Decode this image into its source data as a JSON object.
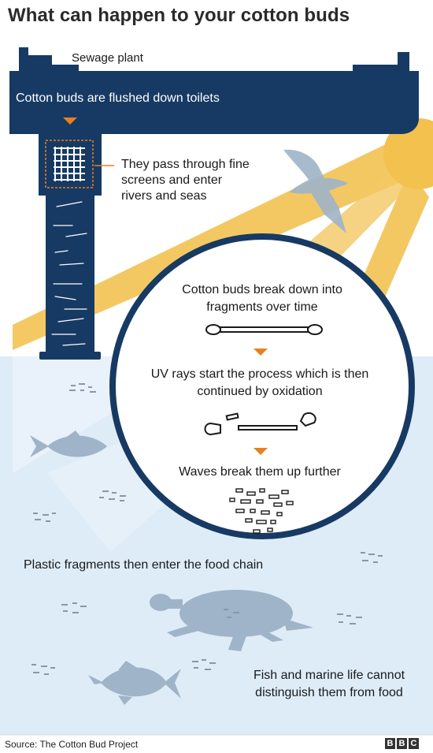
{
  "title": "What can happen to your cotton buds",
  "labels": {
    "sewage_plant": "Sewage plant",
    "flushed": "Cotton buds are flushed down toilets",
    "screens": "They pass through fine screens and enter rivers and seas",
    "break_down": "Cotton buds break down into fragments over time",
    "uv_rays": "UV rays start the process which is then continued by oxidation",
    "waves": "Waves break them up further",
    "food_chain": "Plastic fragments then enter the food chain",
    "fish_marine": "Fish and marine life cannot distinguish them from food"
  },
  "footer": {
    "source": "Source: The Cotton Bud Project",
    "logo_letters": [
      "B",
      "B",
      "C"
    ]
  },
  "colors": {
    "navy": "#163a63",
    "sun": "#f2c14e",
    "water": "#deecf7",
    "arrow": "#e8801e",
    "creature": "#9fb4c8"
  }
}
